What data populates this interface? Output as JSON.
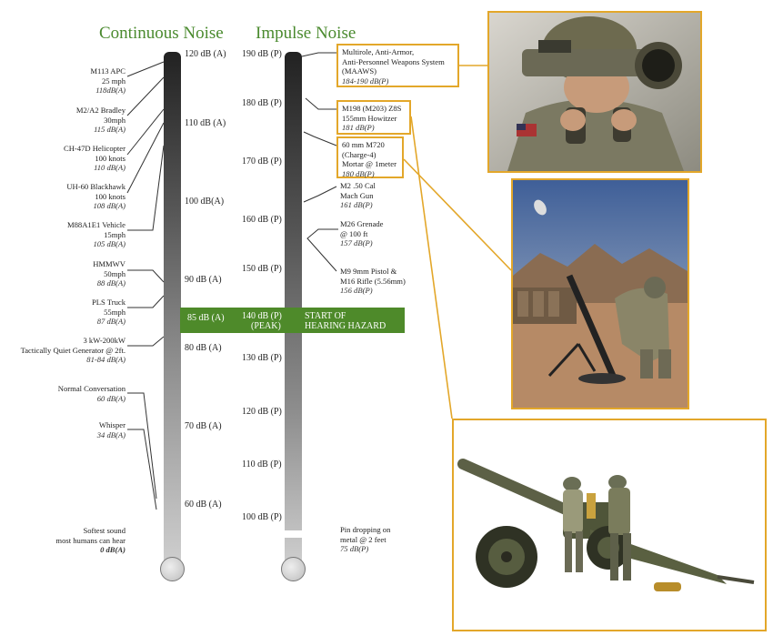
{
  "titles": {
    "continuous": "Continuous Noise",
    "impulse": "Impulse Noise"
  },
  "hazard": {
    "left": "85 dB (A)",
    "mid_1": "140 dB (P)",
    "mid_2": "(PEAK)",
    "right_1": "START OF",
    "right_2": "HEARING HAZARD"
  },
  "continuous_ticks": [
    "120 dB (A)",
    "110 dB (A)",
    "100 dB(A)",
    "90 dB (A)",
    "80 dB (A)",
    "70 dB (A)",
    "60 dB (A)"
  ],
  "impulse_ticks": [
    "190 dB (P)",
    "180 dB (P)",
    "170 dB (P)",
    "160 dB (P)",
    "150 dB (P)",
    "130 dB (P)",
    "120 dB (P)",
    "110 dB (P)",
    "100 dB (P)"
  ],
  "continuous_sources": [
    {
      "l1": "M113 APC",
      "l2": "25 mph",
      "lvl": "118dB(A)"
    },
    {
      "l1": "M2/A2 Bradley",
      "l2": "30mph",
      "lvl": "115 dB(A)"
    },
    {
      "l1": "CH-47D Helicopter",
      "l2": "100 knots",
      "lvl": "110 dB(A)"
    },
    {
      "l1": "UH-60 Blackhawk",
      "l2": "100 knots",
      "lvl": "108 dB(A)"
    },
    {
      "l1": "M88A1E1 Vehicle",
      "l2": "15mph",
      "lvl": "105 dB(A)"
    },
    {
      "l1": "HMMWV",
      "l2": "50mph",
      "lvl": "88 dB(A)"
    },
    {
      "l1": "PLS Truck",
      "l2": "55mph",
      "lvl": "87 dB(A)"
    },
    {
      "l1": "3 kW-200kW",
      "l2": "Tactically Quiet Generator @ 2ft.",
      "lvl": "81-84 dB(A)"
    },
    {
      "l1": "Normal Conversation",
      "l2": "",
      "lvl": "60 dB(A)"
    },
    {
      "l1": "Whisper",
      "l2": "",
      "lvl": "34 dB(A)"
    },
    {
      "l1": "Softest sound",
      "l2": "most humans can hear",
      "lvl": "0 dB(A)"
    }
  ],
  "impulse_sources": [
    {
      "l1": "Multirole, Anti-Armor,",
      "l2": "Anti-Personnel Weapons System",
      "l3": "(MAAWS)",
      "lvl": "184-190 dB(P)"
    },
    {
      "l1": "M198 (M203) Z8S",
      "l2": "155mm Howitzer",
      "l3": "",
      "lvl": "181 dB(P)"
    },
    {
      "l1": "60 mm M720",
      "l2": "(Charge-4)",
      "l3": "Mortar @ 1meter",
      "lvl": "180 dB(P)"
    },
    {
      "l1": "M2 .50 Cal",
      "l2": "Mach Gun",
      "l3": "",
      "lvl": "161 dB(P)"
    },
    {
      "l1": "M26 Grenade",
      "l2": "@ 100 ft",
      "l3": "",
      "lvl": "157 dB(P)"
    },
    {
      "l1": "M9 9mm Pistol &",
      "l2": "M16 Rifle (5.56mm)",
      "l3": "",
      "lvl": "156 dB(P)"
    },
    {
      "l1": "Pin dropping on",
      "l2": "metal @ 2 feet",
      "l3": "",
      "lvl": "75 dB(P)"
    }
  ],
  "colors": {
    "accent_green": "#4e8a2a",
    "title_green": "#4a8a2e",
    "callout_gold": "#e3a72a",
    "tube_dark": "#2b2b2b",
    "tube_light": "#cfcfcf"
  },
  "images": [
    "soldier-aiming-recoilless-rifle",
    "soldier-loading-mortar-in-desert",
    "soldiers-with-howitzer-illustration"
  ]
}
